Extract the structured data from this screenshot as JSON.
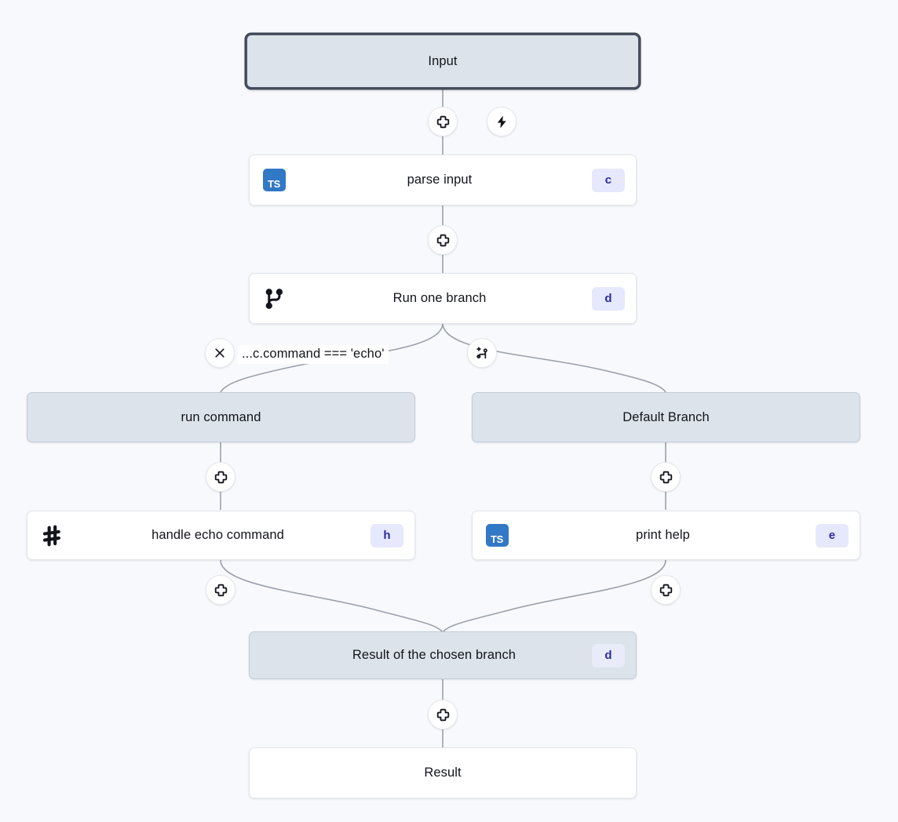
{
  "canvas": {
    "background_color": "#f8f9fc",
    "edge_color": "#9aa1ab",
    "node_fill_color": "#dde3ea",
    "node_plain_color": "#ffffff",
    "badge_bg_color": "#e6e8fd",
    "badge_text_color": "#2d2b9e",
    "ts_icon_color": "#3178c6",
    "selected_border_color": "#4a5263"
  },
  "nodes": {
    "input": {
      "label": "Input",
      "style": "selected"
    },
    "parse_input": {
      "label": "parse input",
      "icon": "typescript-icon",
      "icon_text": "TS",
      "badge": "c"
    },
    "run_one_branch": {
      "label": "Run one branch",
      "icon": "git-branch-icon",
      "badge": "d"
    },
    "run_command": {
      "label": "run command",
      "style": "filled"
    },
    "default_branch": {
      "label": "Default Branch",
      "style": "filled"
    },
    "handle_echo_command": {
      "label": "handle echo command",
      "icon": "hash-icon",
      "badge": "h"
    },
    "print_help": {
      "label": "print help",
      "icon": "typescript-icon",
      "icon_text": "TS",
      "badge": "e"
    },
    "result_of_chosen_branch": {
      "label": "Result of the chosen branch",
      "style": "filled",
      "badge": "d"
    },
    "result": {
      "label": "Result",
      "style": "plain"
    }
  },
  "edges": {
    "condition_label": "...c.command === 'echo'"
  },
  "handles": {
    "add_icon": "plus-icon",
    "zap_icon": "lightning-bolt-icon",
    "remove_icon": "close-x-icon",
    "add_branch_icon": "add-branch-icon"
  }
}
